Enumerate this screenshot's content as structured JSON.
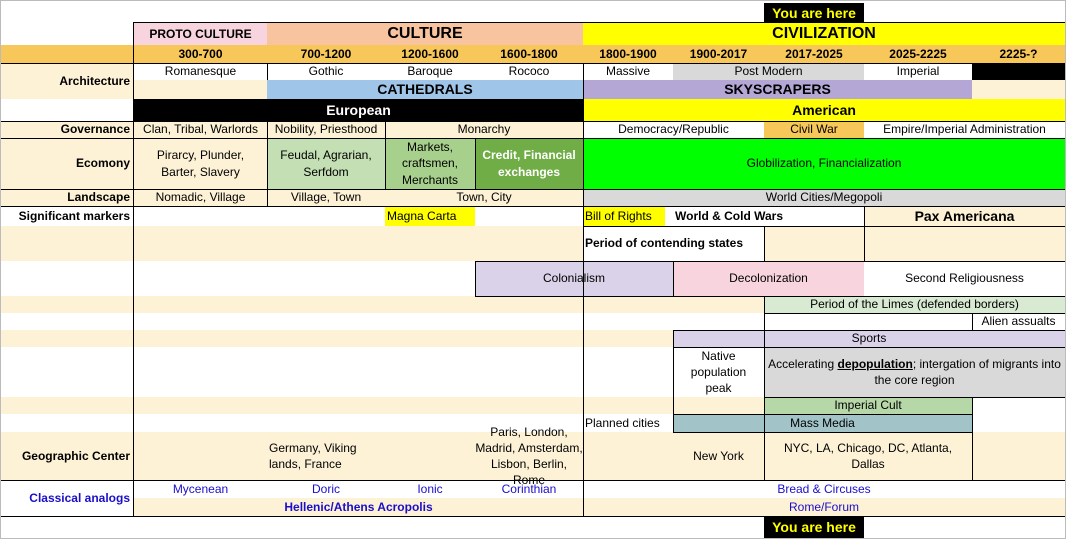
{
  "banner": {
    "top": "You are here",
    "bottom": "You are here"
  },
  "eras": {
    "proto": "PROTO CULTURE",
    "culture": "CULTURE",
    "civilization": "CIVILIZATION"
  },
  "periods": [
    "300-700",
    "700-1200",
    "1200-1600",
    "1600-1800",
    "1800-1900",
    "1900-2017",
    "2017-2025",
    "2025-2225",
    "2225-?"
  ],
  "rows": {
    "architecture": "Architecture",
    "governance": "Governance",
    "economy": "Ecomony",
    "landscape": "Landscape",
    "markers": "Significant markers",
    "geo": "Geographic Center",
    "classical": "Classical analogs"
  },
  "architecture": {
    "romanesque": "Romanesque",
    "gothic": "Gothic",
    "baroque": "Baroque",
    "rococo": "Rococo",
    "massive": "Massive",
    "postmodern": "Post Modern",
    "imperial": "Imperial",
    "cathedrals": "CATHEDRALS",
    "skyscrapers": "SKYSCRAPERS"
  },
  "bands": {
    "european": "European",
    "american": "American"
  },
  "governance": {
    "tribal": "Clan, Tribal, Warlords",
    "nobility": "Nobility, Priesthood",
    "monarchy": "Monarchy",
    "democracy": "Democracy/Republic",
    "civil_war": "Civil War",
    "empire": "Empire/Imperial Administration"
  },
  "economy": {
    "piracy": "Pirarcy, Plunder, Barter, Slavery",
    "feudal": "Feudal, Agrarian, Serfdom",
    "markets": "Markets, craftsmen, Merchants",
    "credit": "Credit, Financial exchanges",
    "global": "Globilization, Financialization"
  },
  "landscape": {
    "nomadic": "Nomadic, Village",
    "village_town": "Village, Town",
    "town_city": "Town, City",
    "world_cities": "World Cities/Megopoli"
  },
  "markers": {
    "magna_carta": "Magna Carta",
    "bill_of_rights": "Bill of Rights",
    "world_wars": "World & Cold Wars",
    "pax": "Pax Americana",
    "contending": "Period of contending states",
    "colonialism": "Colonialism",
    "decolonization": "Decolonization",
    "religiousness": "Second Religiousness",
    "limes": "Period of the Limes (defended borders)",
    "alien": "Alien assualts",
    "sports": "Sports",
    "native_peak": "Native population peak",
    "depop_pre": "Accelerating ",
    "depop_word": "depopulation",
    "depop_post": "; intergation of migrants into the core region",
    "imperial_cult": "Imperial Cult",
    "planned_cities": "Planned cities",
    "mass_media": "Mass Media"
  },
  "geo": {
    "germany": "Germany, Viking lands, France",
    "europe_cities": "Paris, London, Madrid, Amsterdam, Lisbon, Berlin, Rome",
    "new_york": "New York",
    "us_cities": "NYC, LA, Chicago, DC, Atlanta, Dallas"
  },
  "classical": {
    "mycenean": "Mycenean",
    "doric": "Doric",
    "ionic": "Ionic",
    "corinthian": "Corinthian",
    "hellenic": "Hellenic/Athens  Acropolis",
    "bread": "Bread & Circuses",
    "rome": "Rome/Forum"
  },
  "colors": {
    "cream": "#fdf2d6",
    "orange_header": "#f7c75a",
    "yellow": "#ffff00",
    "pink": "#f7d4de",
    "peach": "#f8c4a0",
    "light_green": "#c4dfb3",
    "mid_green": "#a8d08d",
    "dark_green": "#70ad47",
    "bright_green": "#00ff00",
    "grey": "#d9d9d9",
    "lavender": "#d9d2e9",
    "purple": "#b4a7d6",
    "light_blue": "#9fc5e8",
    "teal": "#a2c4c9",
    "pale_green": "#d9ead3",
    "lime_green": "#b6d7a8"
  }
}
